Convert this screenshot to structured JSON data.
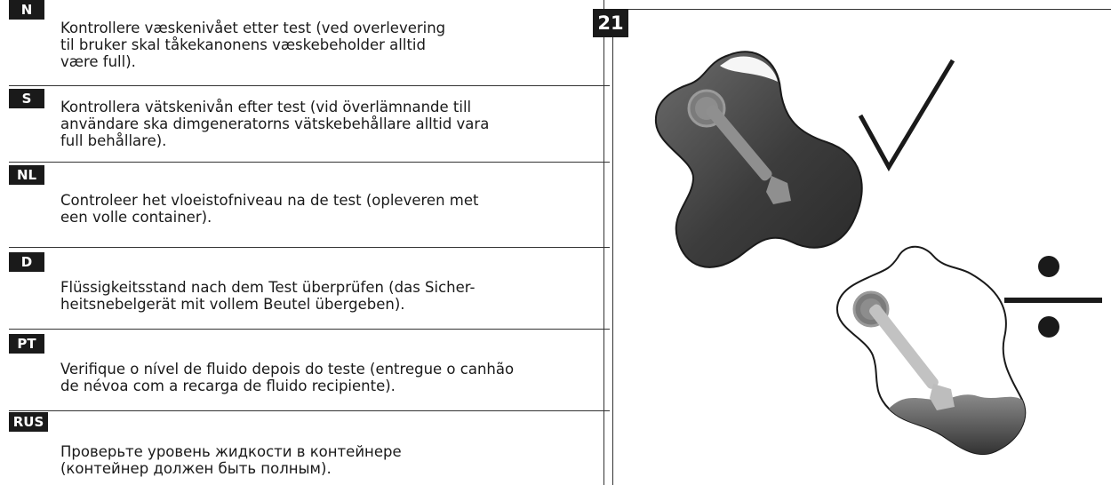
{
  "step": {
    "number": "21"
  },
  "rows": [
    {
      "code": "N",
      "text": "Kontrollere væskenivået etter test (ved overlevering\ntil bruker skal tåkekanonens væskebeholder alltid\nvære full)."
    },
    {
      "code": "S",
      "text": "Kontrollera vätskenivån efter test (vid överlämnande till\nanvändare ska dimgeneratorns vätskebehållare alltid vara\nfull behållare)."
    },
    {
      "code": "NL",
      "text": "Controleer het vloeistofniveau na de test (opleveren met\neen volle container)."
    },
    {
      "code": "D",
      "text": "Flüssigkeitsstand nach dem Test überprüfen (das Sicher-\nheitsnebelgerät mit vollem Beutel übergeben)."
    },
    {
      "code": "PT",
      "text": "Verifique o nível de fluido depois do teste (entregue o canhão\nde névoa com a recarga de fluido recipiente)."
    },
    {
      "code": "RUS",
      "text": "Проверьте уровень жидкости в контейнере\n(контейнер должен быть полным)."
    }
  ],
  "illustration": {
    "correct_icon": "check-mark-icon",
    "incorrect_icon": "division-sign-icon",
    "colors": {
      "fluid_dark": "#3a3a3a",
      "fluid_mid": "#7a7a7a",
      "tube": "#b5b5b5",
      "ink": "#1a1a1a"
    }
  }
}
